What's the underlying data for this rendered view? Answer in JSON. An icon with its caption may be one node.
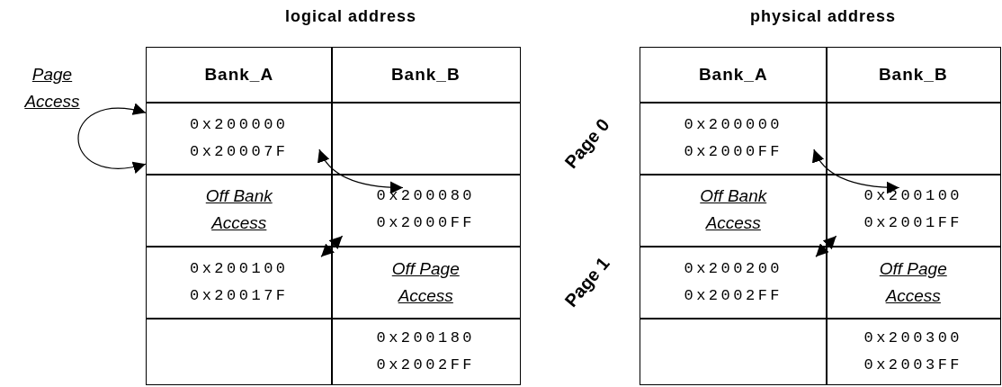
{
  "diagram": {
    "nodes": [
      {
        "text": [
          "logical address"
        ]
      },
      {
        "text": [
          "Bank_A"
        ],
        "in": 0
      },
      {
        "text": [
          "Bank_B"
        ],
        "in": 0
      },
      {
        "text": [
          "0x200000 0x20007F"
        ],
        "in": 0
      },
      {
        "text": [],
        "shape": "box",
        "in": 0
      },
      {
        "text": [
          "Off Bank Access"
        ],
        "in": 0
      },
      {
        "text": [
          "0x200080 0x2000FF"
        ],
        "in": 0
      },
      {
        "text": [
          "0x200100 0x20017F"
        ],
        "in": 0
      },
      {
        "text": [
          "Off Page Access"
        ],
        "in": 0
      },
      {
        "text": [],
        "shape": "box",
        "in": 0
      },
      {
        "text": [
          "0x200180 0x2002FF"
        ],
        "in": 0
      },
      {
        "text": [
          "physical address"
        ]
      },
      {
        "text": [
          "Bank_A"
        ],
        "in": 11
      },
      {
        "text": [
          "Bank_B"
        ],
        "in": 11
      },
      {
        "text": [
          "0x200000 0x2000FF"
        ],
        "in": 11
      },
      {
        "text": [],
        "shape": "box",
        "in": 11
      },
      {
        "text": [
          "Off Bank Access"
        ],
        "in": 11
      },
      {
        "text": [
          "0x200100 0x2001FF"
        ],
        "in": 11
      },
      {
        "text": [
          "0x200200 0x2002FF"
        ],
        "in": 11
      },
      {
        "text": [
          "Off Page Access"
        ],
        "in": 11
      },
      {
        "text": [],
        "shape": "box",
        "in": 11
      },
      {
        "text": [
          "0x200300 0x2003FF"
        ],
        "in": 11
      }
    ],
    "edges": [
      {
        "from": 3,
        "to": 3,
        "arrow": "both"
      },
      {
        "from": 3,
        "to": 6,
        "arrow": "both"
      },
      {
        "from": 6,
        "to": 7,
        "arrow": "both"
      },
      {
        "from": 14,
        "to": 17,
        "arrow": "both"
      },
      {
        "from": 17,
        "to": 18,
        "arrow": "both"
      }
    ],
    "labels": [
      "Page Access",
      "Page 0",
      "Page 1"
    ]
  }
}
